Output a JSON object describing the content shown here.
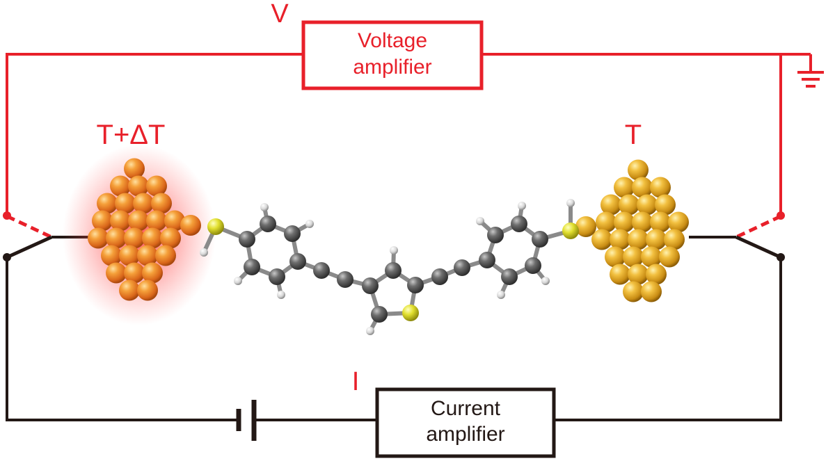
{
  "labels": {
    "voltage_symbol": "V",
    "voltage_amplifier_line1": "Voltage",
    "voltage_amplifier_line2": "amplifier",
    "hot_electrode": "T+ΔT",
    "cold_electrode": "T",
    "current_symbol": "I",
    "current_amplifier_line1": "Current",
    "current_amplifier_line2": "amplifier"
  },
  "colors": {
    "voltage_circuit": "#e8202a",
    "current_circuit": "#231815",
    "hot_gold": "#f08a1c",
    "cold_gold": "#e2a41c",
    "hot_glow": "#ff3b3b",
    "carbon": "#5a5a5a",
    "sulfur": "#d8d82a",
    "hydrogen": "#e6e6e6"
  }
}
